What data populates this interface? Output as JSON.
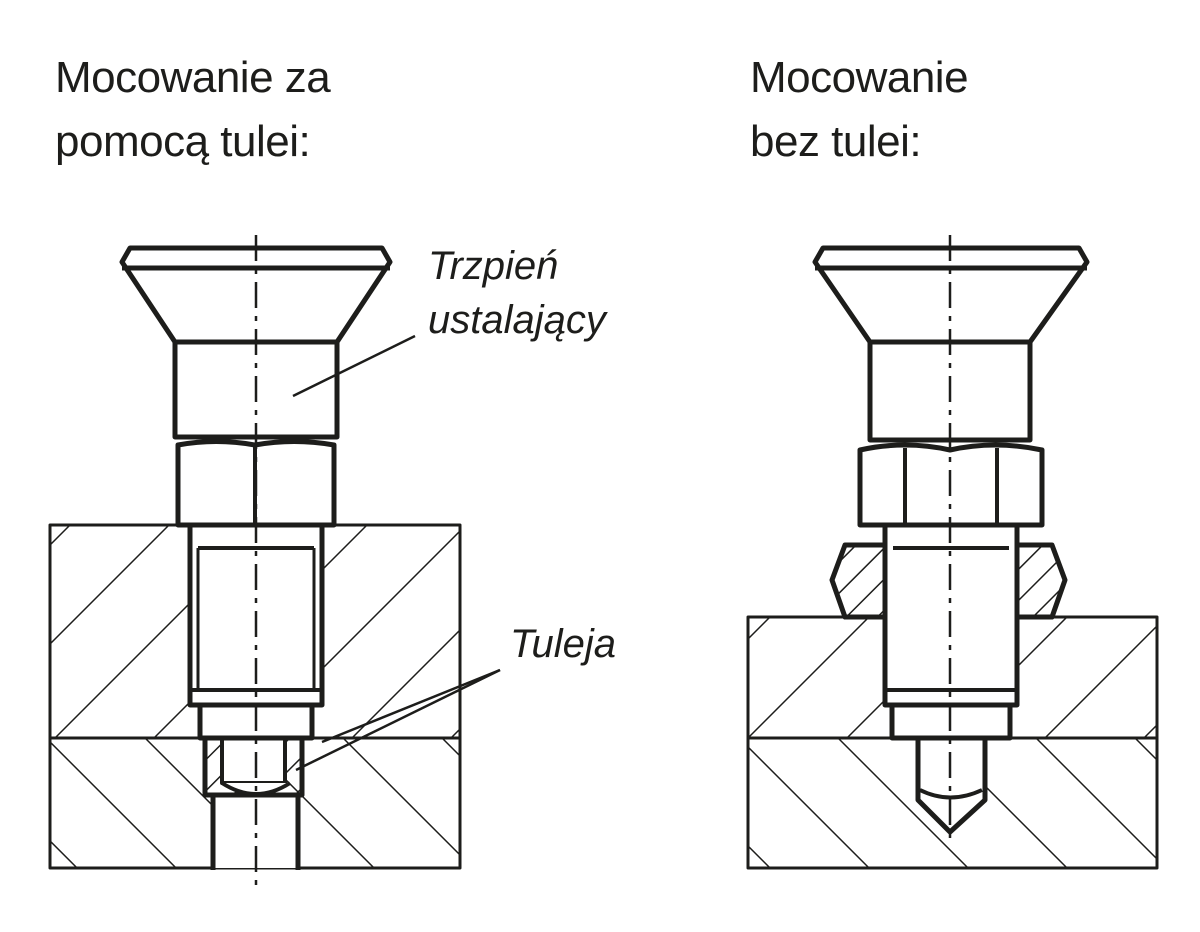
{
  "left": {
    "title_line1": "Mocowanie za",
    "title_line2": "pomocą tulei:",
    "label_pin_line1": "Trzpień",
    "label_pin_line2": "ustalający",
    "label_bushing": "Tuleja"
  },
  "right": {
    "title_line1": "Mocowanie",
    "title_line2": "bez tulei:"
  },
  "colors": {
    "ink": "#1d1d1b",
    "background": "#ffffff"
  }
}
